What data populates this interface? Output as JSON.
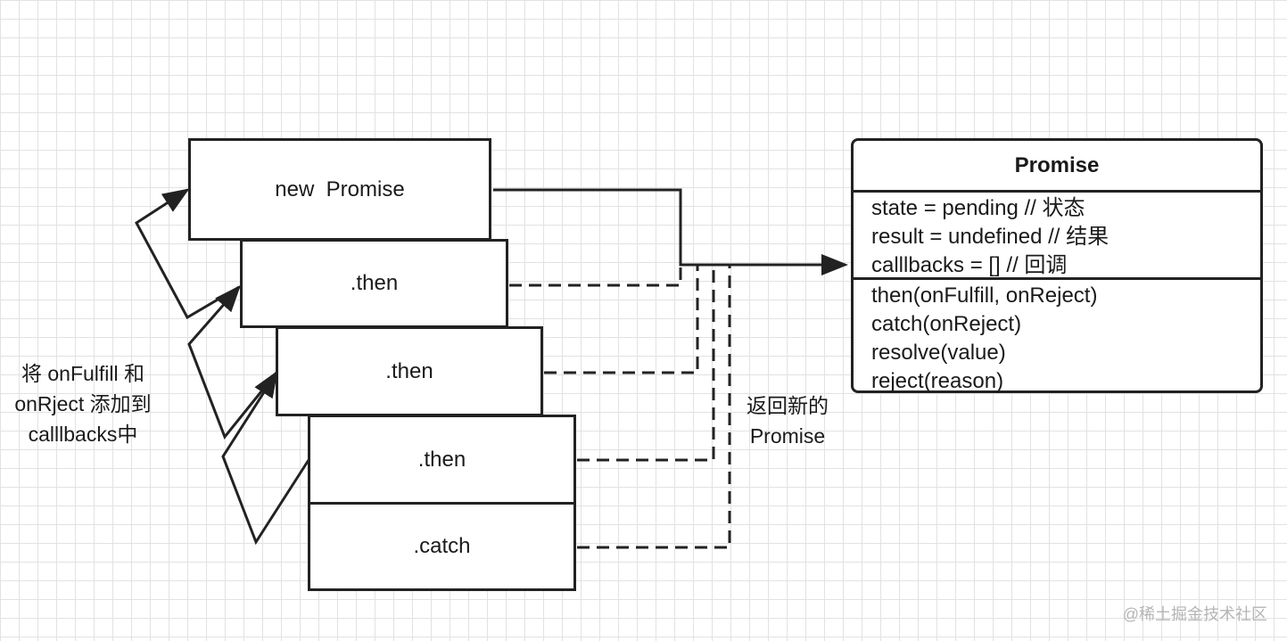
{
  "chain": {
    "boxes": [
      "new  Promise",
      ".then",
      ".then",
      ".then",
      ".catch"
    ]
  },
  "annotations": {
    "left_label": [
      "将 onFulfill 和",
      "onRject 添加到",
      "calllbacks中"
    ],
    "return_label": [
      "返回新的",
      "Promise"
    ]
  },
  "promise_class": {
    "title": "Promise",
    "attributes": [
      "state = pending // 状态",
      "result = undefined // 结果",
      "calllbacks = [] // 回调"
    ],
    "methods": [
      "then(onFulfill, onReject)",
      "catch(onReject)",
      "resolve(value)",
      "reject(reason)"
    ]
  },
  "watermark": "@稀土掘金技术社区",
  "colors": {
    "line": "#222222",
    "grid": "#e2e2e2",
    "watermark": "#b5b5b5"
  }
}
